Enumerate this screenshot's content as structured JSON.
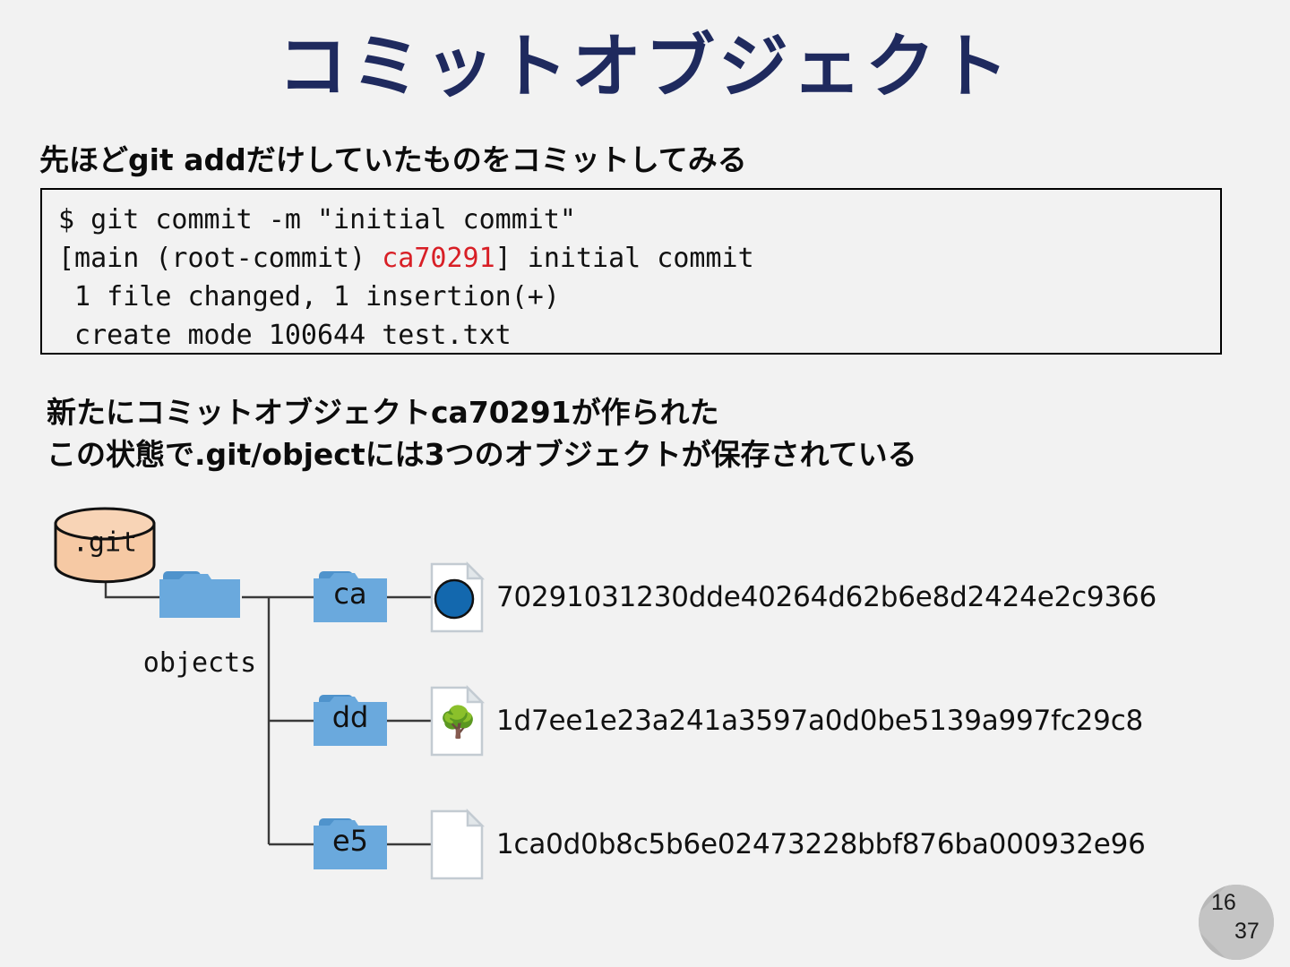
{
  "slide": {
    "title": "コミットオブジェクト",
    "subtitle": "先ほどgit addだけしていたものをコミットしてみる",
    "body_line1": "新たにコミットオブジェクトca70291が作られた",
    "body_line2": "この状態で.git/objectには3つのオブジェクトが保存されている"
  },
  "console": {
    "line1": "$ git commit -m \"initial commit\"",
    "line2_pre": "[main (root-commit) ",
    "line2_hash": "ca70291",
    "line2_post": "] initial commit",
    "line3": " 1 file changed, 1 insertion(+)",
    "line4": " create mode 100644 test.txt",
    "hash_color": "#d81f26"
  },
  "diagram": {
    "root_label": ".git",
    "objects_label": "objects",
    "root_fill": "#f6c9a4",
    "folder_fill": "#6aa9dd",
    "folder_tab_fill": "#4f93cc",
    "commit_circle_fill": "#1368ae",
    "rows": [
      {
        "folder": "ca",
        "icon": "commit-object-icon",
        "hash": "70291031230dde40264d62b6e8d2424e2c9366"
      },
      {
        "folder": "dd",
        "icon": "tree-object-icon",
        "icon_glyph": "🌳",
        "hash": "1d7ee1e23a241a3597a0d0be5139a997fc29c8"
      },
      {
        "folder": "e5",
        "icon": "blob-object-icon",
        "hash": "1ca0d0b8c5b6e02473228bbf876ba000932e96"
      }
    ]
  },
  "page_badge": {
    "current": "16",
    "total": "37"
  }
}
